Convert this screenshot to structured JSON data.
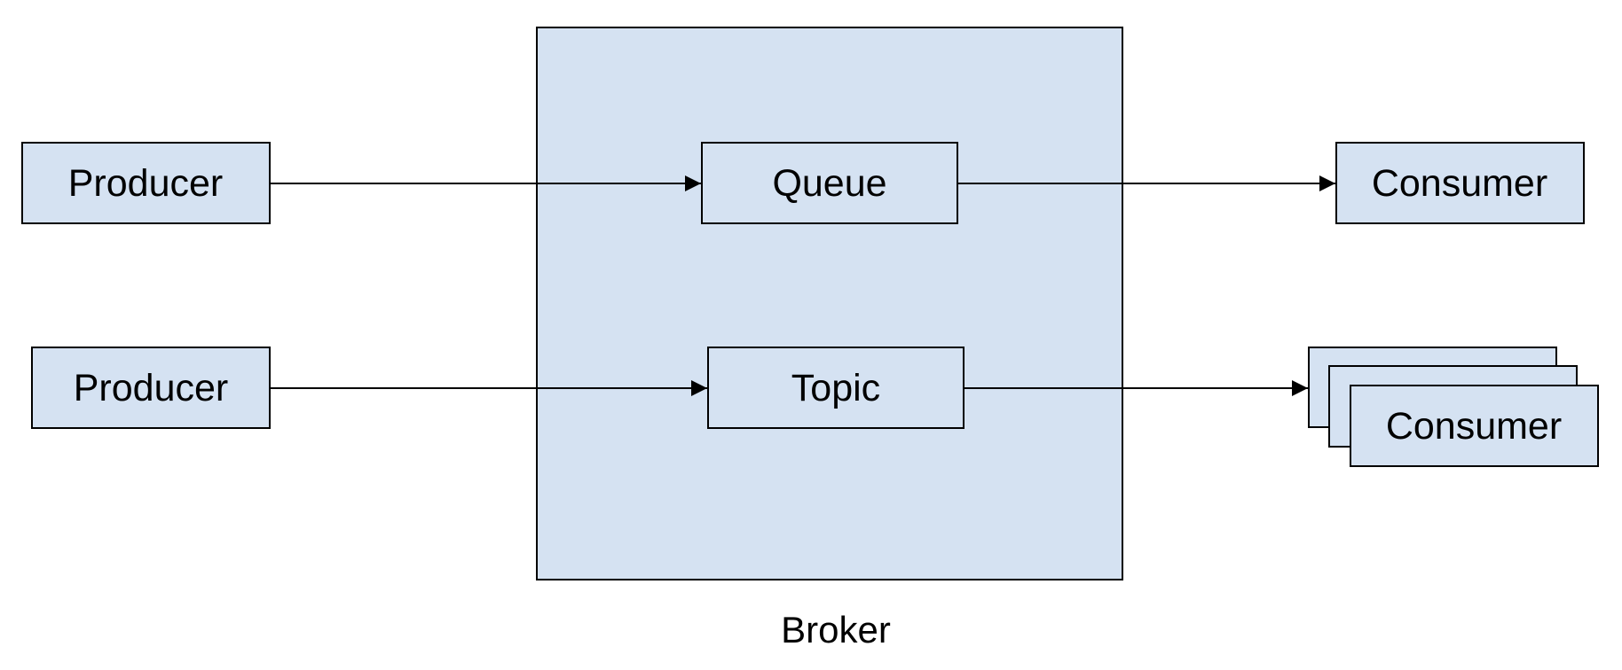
{
  "diagram": {
    "fill_color": "#d5e2f2",
    "stroke_color": "#000000",
    "broker": {
      "label": "Broker"
    },
    "queue": {
      "label": "Queue"
    },
    "topic": {
      "label": "Topic"
    },
    "producer_queue": {
      "label": "Producer"
    },
    "producer_topic": {
      "label": "Producer"
    },
    "consumer_queue": {
      "label": "Consumer"
    },
    "consumer_topic": {
      "label": "Consumer"
    }
  }
}
